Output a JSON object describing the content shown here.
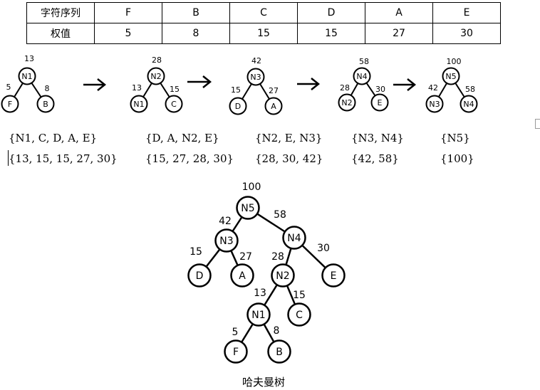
{
  "table": {
    "row1_header": "字符序列",
    "row2_header": "权值",
    "chars": [
      "F",
      "B",
      "C",
      "D",
      "A",
      "E"
    ],
    "weights": [
      "5",
      "8",
      "15",
      "15",
      "27",
      "30"
    ]
  },
  "steps": [
    {
      "root": "N1",
      "root_w": "13",
      "left": "F",
      "left_w": "5",
      "right": "B",
      "right_w": "8"
    },
    {
      "root": "N2",
      "root_w": "28",
      "left": "N1",
      "left_w": "13",
      "right": "C",
      "right_w": "15"
    },
    {
      "root": "N3",
      "root_w": "42",
      "left": "D",
      "left_w": "15",
      "right": "A",
      "right_w": "27"
    },
    {
      "root": "N4",
      "root_w": "58",
      "left": "N2",
      "left_w": "28",
      "right": "E",
      "right_w": "30"
    },
    {
      "root": "N5",
      "root_w": "100",
      "left": "N3",
      "left_w": "42",
      "right": "N4",
      "right_w": "58"
    }
  ],
  "arrow_glyph": "→",
  "sets": [
    {
      "nodes": "{N1, C, D, A, E}",
      "weights": "{13, 15, 15, 27, 30}"
    },
    {
      "nodes": "{D, A, N2, E}",
      "weights": "{15, 27, 28, 30}"
    },
    {
      "nodes": "{N2, E, N3}",
      "weights": "{28, 30, 42}"
    },
    {
      "nodes": "{N3, N4}",
      "weights": "{42, 58}"
    },
    {
      "nodes": "{N5}",
      "weights": "{100}"
    }
  ],
  "final_tree": {
    "nodes": {
      "N5": "N5",
      "N3": "N3",
      "N4": "N4",
      "D": "D",
      "A": "A",
      "N2": "N2",
      "E": "E",
      "N1": "N1",
      "C": "C",
      "F": "F",
      "B": "B"
    },
    "weights": {
      "N5": "100",
      "N3": "42",
      "N4": "58",
      "D": "15",
      "A": "27",
      "N2": "28",
      "E": "30",
      "N1": "13",
      "C": "15",
      "F": "5",
      "B": "8"
    },
    "caption": "哈夫曼树"
  }
}
